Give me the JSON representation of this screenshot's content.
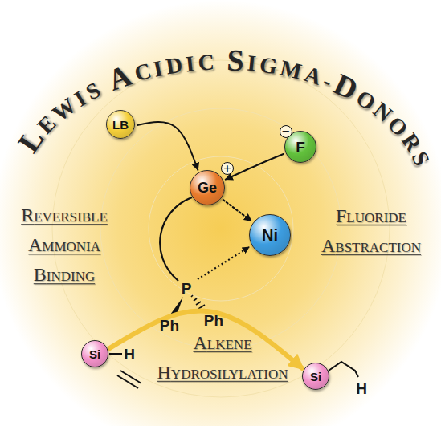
{
  "diagram": {
    "title": "LEWIS ACIDIC SIGMA-DONORS",
    "nodes": [
      {
        "text": [
          "LB"
        ]
      },
      {
        "text": [
          "Ge"
        ]
      },
      {
        "text": [
          "F"
        ]
      },
      {
        "text": [
          "Ni"
        ]
      },
      {
        "text": [
          "Si"
        ]
      },
      {
        "text": [
          "Si"
        ]
      }
    ],
    "edges": [
      {
        "from": 0,
        "to": 1,
        "arrow": "to"
      },
      {
        "from": 2,
        "to": 1,
        "arrow": "to"
      },
      {
        "from": 1,
        "to": 3,
        "arrow": "to"
      },
      {
        "from": 4,
        "to": 5,
        "arrow": "to"
      }
    ],
    "labels": [
      "+",
      "−",
      "P",
      "Ph",
      "Ph",
      "H",
      "H",
      "REVERSIBLE AMMONIA BINDING",
      "FLUORIDE ABSTRACTION",
      "ALKENE HYDROSILYLATION"
    ]
  }
}
